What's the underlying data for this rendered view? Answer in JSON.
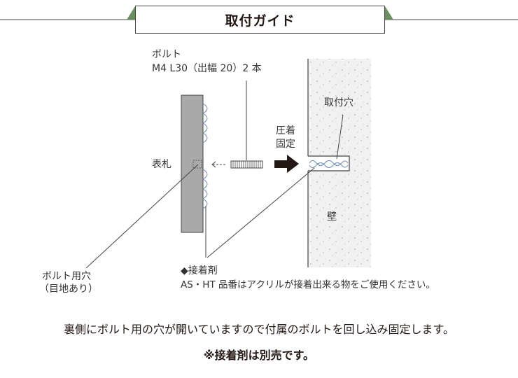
{
  "header": {
    "title": "取付ガイド"
  },
  "labels": {
    "bolt_title": "ボルト",
    "bolt_spec": "M4 L30（出幅 20）2 本",
    "hole": "取付穴",
    "press_line1": "圧着",
    "press_line2": "固定",
    "plate": "表札",
    "wall": "壁",
    "bolt_hole_line1": "ボルト用穴",
    "bolt_hole_line2": "（目地あり）",
    "adhesive_title": "◆接着剤",
    "adhesive_note": "AS・HT 品番はアクリルが接着出来る物をご使用ください。"
  },
  "footer": {
    "line1": "裏側にボルト用の穴が開いていますので付属のボルトを回し込み固定します。",
    "line2": "※接着剤は別売です。"
  }
}
